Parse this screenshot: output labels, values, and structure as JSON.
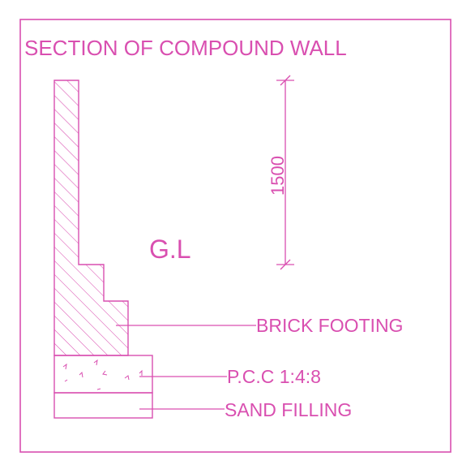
{
  "drawing": {
    "title": "SECTION OF COMPOUND WALL",
    "ground_level_label": "G.L",
    "dimension_value": "1500",
    "labels": {
      "brick_footing": "BRICK FOOTING",
      "pcc": "P.C.C 1:4:8",
      "sand_filling": "SAND FILLING"
    },
    "stroke_color": "#d94fb0",
    "background_color": "#ffffff"
  }
}
